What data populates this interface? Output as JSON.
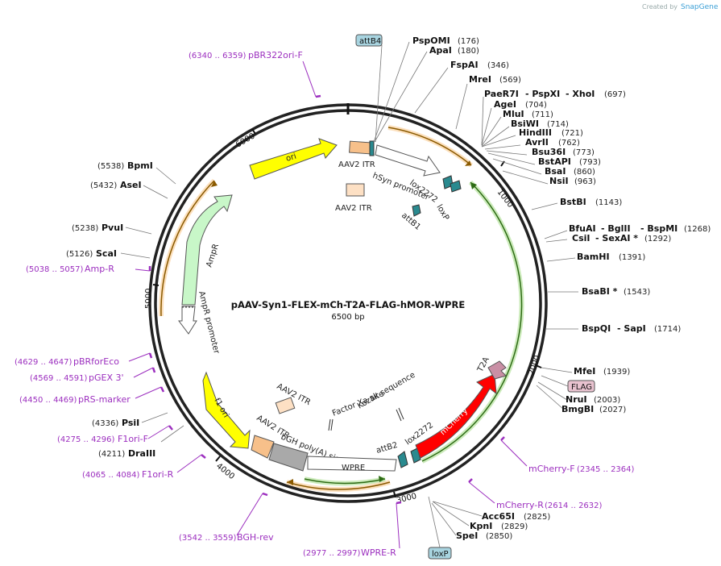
{
  "credit": {
    "text": "Created by",
    "brand": "SnapGene"
  },
  "plasmid": {
    "name": "pAAV-Syn1-FLEX-mCh-T2A-FLAG-hMOR-WPRE",
    "size": "6500 bp"
  },
  "ticks": [
    "1000",
    "2000",
    "3000",
    "4000",
    "5000",
    "6000"
  ],
  "enzymes": [
    {
      "name": "PspOMI",
      "pos": "(176)"
    },
    {
      "name": "ApaI",
      "pos": "(180)"
    },
    {
      "name": "FspAI",
      "pos": "(346)"
    },
    {
      "name": "MreI",
      "pos": "(569)"
    },
    {
      "name": "PaeR7I",
      "sep1": "- PspXI",
      "sep2": "- XhoI",
      "pos": "(697)"
    },
    {
      "name": "AgeI",
      "pos": "(704)"
    },
    {
      "name": "MluI",
      "pos": "(711)"
    },
    {
      "name": "BsiWI",
      "pos": "(714)"
    },
    {
      "name": "HindIII",
      "pos": "(721)"
    },
    {
      "name": "AvrII",
      "pos": "(762)"
    },
    {
      "name": "Bsu36I",
      "pos": "(773)"
    },
    {
      "name": "BstAPI",
      "pos": "(793)"
    },
    {
      "name": "BsaI",
      "pos": "(860)"
    },
    {
      "name": "NsiI",
      "pos": "(963)"
    },
    {
      "name": "BstBI",
      "pos": "(1143)"
    },
    {
      "name": "BfuAI",
      "sep1": "- BglII",
      "sep2": "- BspMI",
      "pos": "(1268)"
    },
    {
      "name": "CsiI",
      "sep1": "- SexAI *",
      "pos": "(1292)"
    },
    {
      "name": "BamHI",
      "pos": "(1391)"
    },
    {
      "name": "BsaBI *",
      "pos": "(1543)"
    },
    {
      "name": "BspQI",
      "sep1": "- SapI",
      "pos": "(1714)"
    },
    {
      "name": "MfeI",
      "pos": "(1939)"
    },
    {
      "name": "NruI",
      "pos": "(2003)"
    },
    {
      "name": "BmgBI",
      "pos": "(2027)"
    },
    {
      "name": "Acc65I",
      "pos": "(2825)"
    },
    {
      "name": "KpnI",
      "pos": "(2829)"
    },
    {
      "name": "SpeI",
      "pos": "(2850)"
    },
    {
      "name": "DraIII",
      "pos": "(4211)"
    },
    {
      "name": "PsiI",
      "pos": "(4336)"
    },
    {
      "name": "ScaI",
      "pos": "(5126)"
    },
    {
      "name": "PvuI",
      "pos": "(5238)"
    },
    {
      "name": "AseI",
      "pos": "(5432)"
    },
    {
      "name": "BpmI",
      "pos": "(5538)"
    }
  ],
  "primers": [
    {
      "range": "(6340 .. 6359)",
      "name": "pBR322ori-F"
    },
    {
      "range": "(5038 .. 5057)",
      "name": "Amp-R"
    },
    {
      "range": "(4629 .. 4647)",
      "name": "pBRforEco"
    },
    {
      "range": "(4569 .. 4591)",
      "name": "pGEX 3'"
    },
    {
      "range": "(4450 .. 4469)",
      "name": "pRS-marker"
    },
    {
      "range": "(4275 .. 4296)",
      "name": "F1ori-F"
    },
    {
      "range": "(4065 .. 4084)",
      "name": "F1ori-R"
    },
    {
      "range": "(3542 .. 3559)",
      "name": "BGH-rev"
    },
    {
      "range": "(2977 .. 2997)",
      "name": "WPRE-R"
    },
    {
      "range": "(2345 .. 2364)",
      "name": "mCherry-F"
    },
    {
      "range": "(2614 .. 2632)",
      "name": "mCherry-R"
    }
  ],
  "tags": {
    "attB4": "attB4",
    "flag": "FLAG",
    "loxP": "loxP"
  },
  "features": {
    "ori": "ori",
    "aav2itr1": "AAV2 ITR",
    "hsyn": "hSyn promoter",
    "lox2272a": "lox2272",
    "loxp": "loxP",
    "attb1": "attB1",
    "aav2itr2": "AAV2 ITR",
    "ampr": "AmpR",
    "ampr_prom": "AmpR promoter",
    "f1ori": "f1 ori",
    "aav2itr3": "AAV2 ITR",
    "aav2itr4": "AAV2 ITR",
    "bgh": "bGH poly(A) signal",
    "kozak": "Kozak sequence",
    "factorxa": "Factor Xa site",
    "attb2": "attB2",
    "lox2272b": "lox2272",
    "wpre": "WPRE",
    "mcherry": "mCherry",
    "t2a": "T2A"
  },
  "colors": {
    "ori": "#ffff00",
    "ampr": "#c8f7c8",
    "orange": "#f5a742",
    "green": "#6cc53b",
    "mcherry": "#ff0000",
    "itr": "#f7c08a",
    "teal": "#2a8a8f",
    "primer": "#9c2fbf"
  }
}
